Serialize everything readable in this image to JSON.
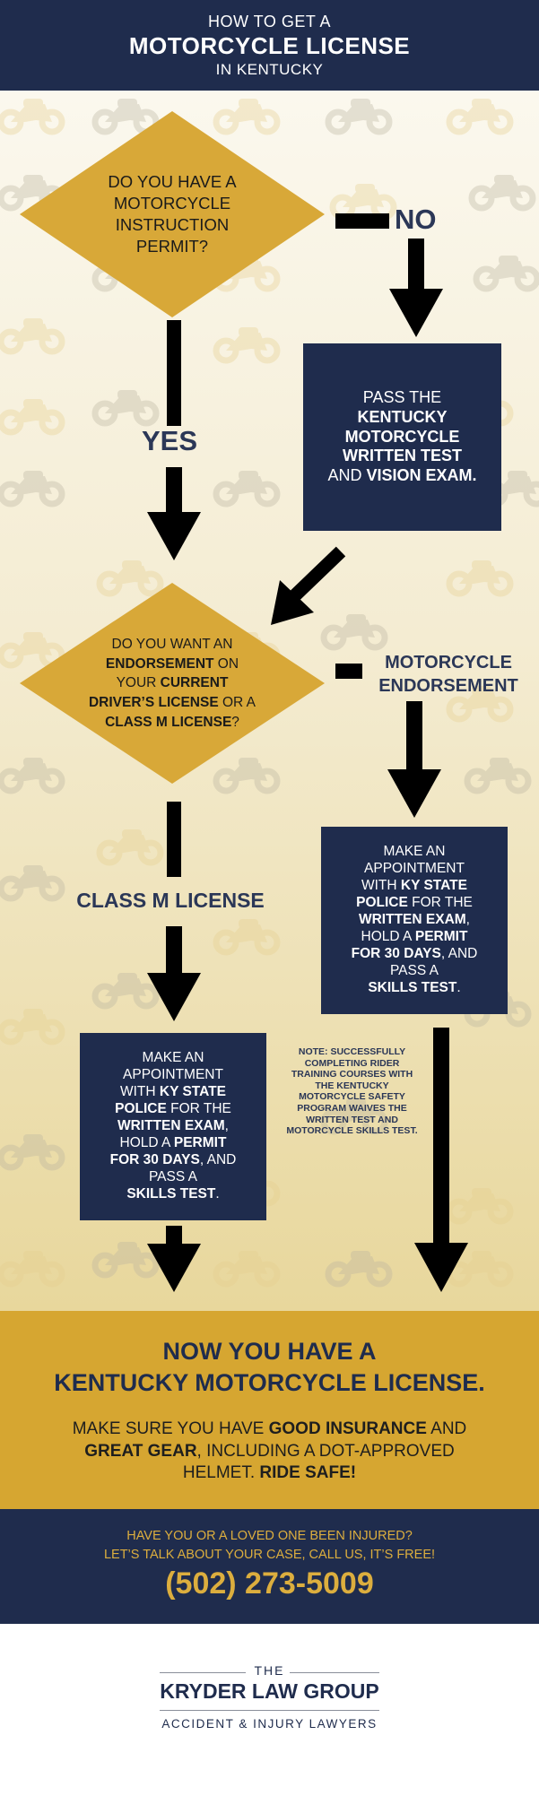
{
  "header": {
    "line1": "HOW TO GET A",
    "line2": "MOTORCYCLE LICENSE",
    "line3": "IN KENTUCKY"
  },
  "flow": {
    "q1": {
      "lines": [
        "DO YOU HAVE A",
        "MOTORCYCLE",
        "INSTRUCTION",
        "PERMIT?"
      ]
    },
    "no_label": "NO",
    "yes_label": "YES",
    "box_written": {
      "line1": "PASS THE",
      "line2": "KENTUCKY",
      "line3": "MOTORCYCLE",
      "line4": "WRITTEN TEST",
      "line5_normal": "AND ",
      "line5_bold": "VISION EXAM."
    },
    "q2": {
      "l1": "DO YOU WANT AN",
      "l2_bold": "ENDORSEMENT",
      "l2_normal": " ON",
      "l3_normal": "YOUR ",
      "l3_bold": "CURRENT",
      "l4_bold": "DRIVER’S LICENSE",
      "l4_normal": " OR A",
      "l5_bold": "CLASS M LICENSE",
      "l5_normal": "?"
    },
    "endorsement_label_l1": "MOTORCYCLE",
    "endorsement_label_l2": "ENDORSEMENT",
    "class_m_label": "CLASS M LICENSE",
    "appointment_box": {
      "l1": "MAKE AN",
      "l2": "APPOINTMENT",
      "l3_normal": "WITH ",
      "l3_bold": "KY STATE",
      "l4_bold": "POLICE",
      "l4_normal": " FOR THE",
      "l5_bold": "WRITTEN EXAM",
      "l5_normal": ",",
      "l6_normal": "HOLD A ",
      "l6_bold": "PERMIT",
      "l7_bold": "FOR 30 DAYS",
      "l7_normal": ", AND",
      "l8": "PASS A",
      "l9_bold": "SKILLS TEST",
      "l9_normal": "."
    },
    "note": [
      "NOTE: SUCCESSFULLY",
      "COMPLETING RIDER",
      "TRAINING COURSES WITH",
      "THE KENTUCKY",
      "MOTORCYCLE SAFETY",
      "PROGRAM WAIVES THE",
      "WRITTEN TEST AND",
      "MOTORCYCLE SKILLS TEST."
    ]
  },
  "result": {
    "title_l1": "NOW YOU HAVE A",
    "title_l2": "KENTUCKY MOTORCYCLE LICENSE.",
    "p_l1_normal": "MAKE SURE YOU HAVE ",
    "p_l1_bold": "GOOD INSURANCE",
    "p_l1_end": " AND",
    "p_l2_bold": "GREAT GEAR",
    "p_l2_normal": ", INCLUDING A DOT-APPROVED",
    "p_l3_normal": "HELMET. ",
    "p_l3_bold": "RIDE SAFE!"
  },
  "cta": {
    "line1": "HAVE YOU OR A LOVED ONE BEEN INJURED?",
    "line2": "LET’S TALK ABOUT YOUR CASE, CALL US, IT’S FREE!",
    "phone": "(502) 273-5009"
  },
  "logo": {
    "the": "THE",
    "name": "KRYDER LAW GROUP",
    "tagline": "ACCIDENT & INJURY LAWYERS"
  },
  "colors": {
    "navy": "#1f2c4d",
    "gold": "#d6a631",
    "diamond_gold": "#d8a838",
    "arrow": "#000000"
  }
}
